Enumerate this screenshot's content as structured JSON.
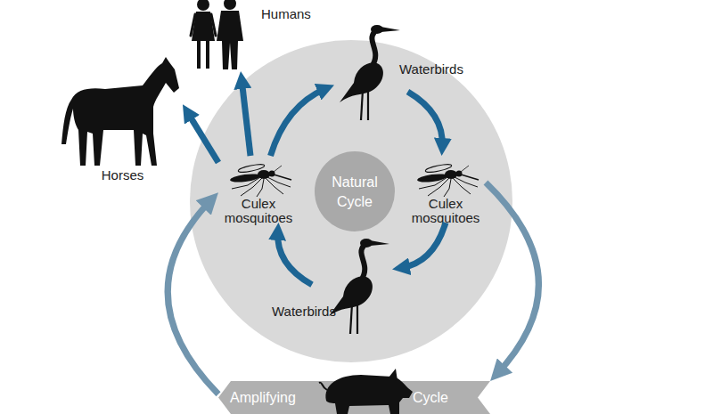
{
  "diagram": {
    "nodes": [
      {
        "text": [
          "Humans"
        ]
      },
      {
        "text": [
          "Horses"
        ]
      },
      {
        "text": [
          "Waterbirds"
        ]
      },
      {
        "text": [
          "Culex mosquitoes"
        ]
      },
      {
        "text": [
          "Waterbirds"
        ]
      },
      {
        "text": [
          "Culex mosquitoes"
        ]
      },
      {
        "text": [
          "Natural Cycle"
        ]
      },
      {
        "text": [
          "Amplifying",
          "Cycle"
        ]
      }
    ],
    "edges": [
      {
        "from": 5,
        "to": 2,
        "arrow": "to"
      },
      {
        "from": 2,
        "to": 3,
        "arrow": "to"
      },
      {
        "from": 3,
        "to": 4,
        "arrow": "to"
      },
      {
        "from": 4,
        "to": 5,
        "arrow": "to"
      },
      {
        "from": 5,
        "to": 1,
        "arrow": "to"
      },
      {
        "from": 5,
        "to": 0,
        "arrow": "to"
      },
      {
        "from": 3,
        "to": 7,
        "arrow": "to"
      },
      {
        "from": 7,
        "to": 5,
        "arrow": "to"
      }
    ]
  }
}
